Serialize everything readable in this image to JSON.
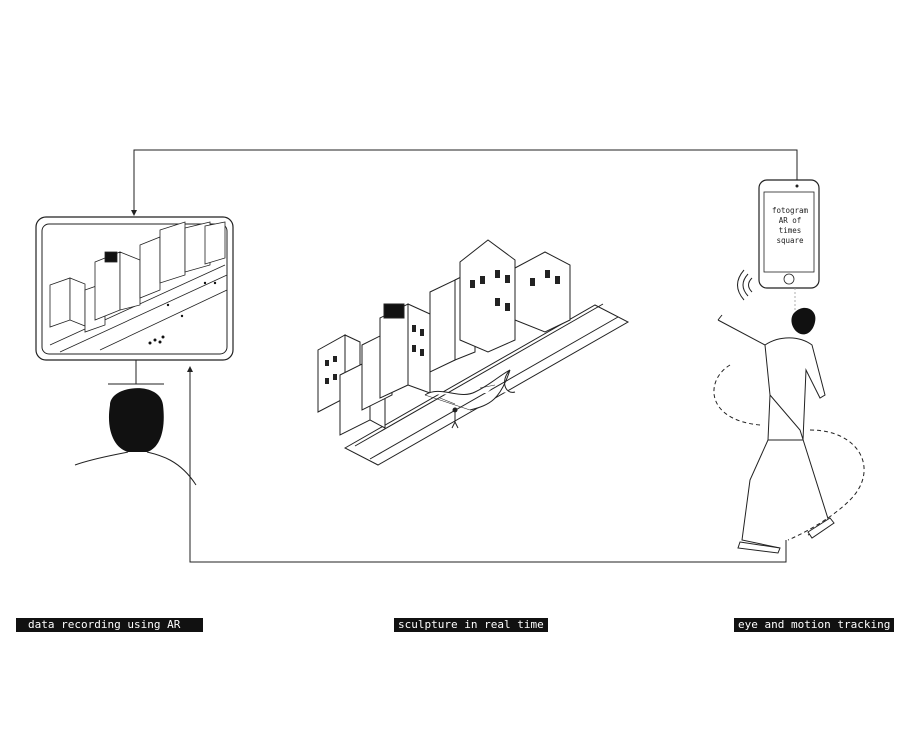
{
  "captions": {
    "left": "data recording using AR",
    "center": "sculpture in real time",
    "right": "eye and motion tracking"
  },
  "phone_screen": {
    "lines": [
      "fotogram",
      "AR of",
      "times",
      "square"
    ]
  },
  "colors": {
    "line": "#222222",
    "fill_dark": "#111111",
    "background": "#ffffff",
    "caption_text": "#ffffff"
  },
  "icons": {
    "head": "head-silhouette-icon",
    "person": "walking-person-icon",
    "phone": "smartphone-icon",
    "signal": "signal-waves-icon"
  }
}
